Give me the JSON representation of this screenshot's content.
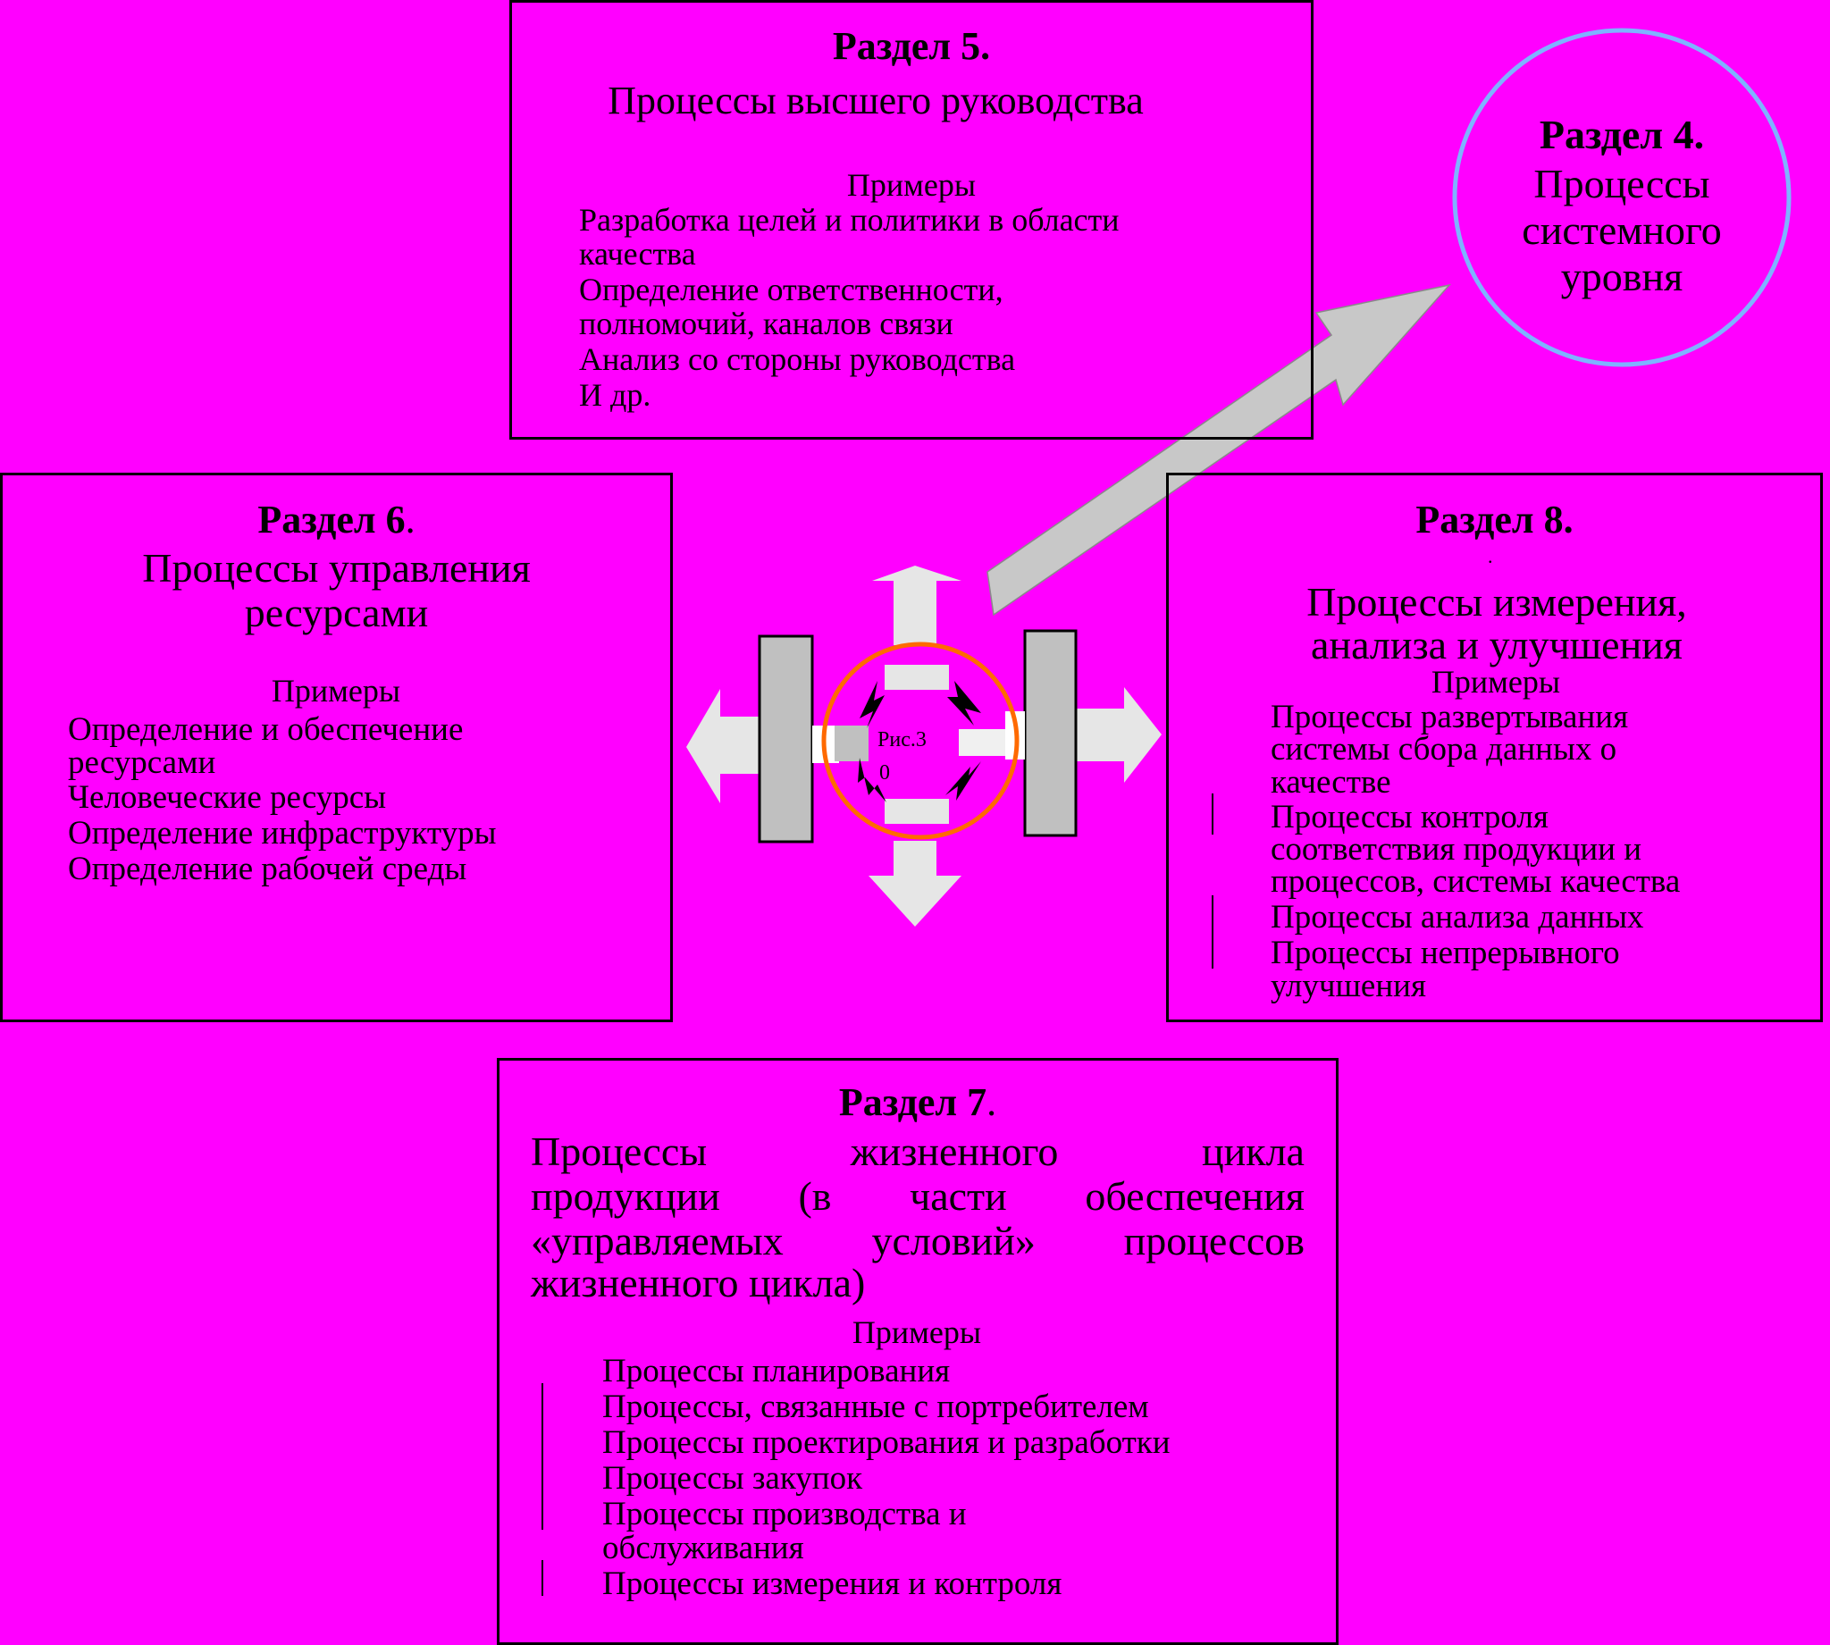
{
  "colors": {
    "background": "#ff00ff",
    "border": "#000000",
    "arrow_fill": "#c8c8c8",
    "circle_orange": "#ff6a00",
    "circle_blue": "#6aa6ff"
  },
  "section5": {
    "heading": "Раздел 5.",
    "subtitle": "Процессы высшего руководства",
    "examples_label": "Примеры",
    "items": [
      "Разработка целей и политики в области",
      "качества",
      "Определение ответственности,",
      "полномочий, каналов связи",
      "Анализ со стороны руководства",
      "И др."
    ]
  },
  "section4": {
    "heading": "Раздел 4.",
    "subtitle": [
      "Процессы",
      "системного",
      "уровня"
    ]
  },
  "section6": {
    "heading": "Раздел 6",
    "heading_dot": ".",
    "subtitle": [
      "Процессы управления",
      "ресурсами"
    ],
    "examples_label": "Примеры",
    "items": [
      "Определение и обеспечение",
      "ресурсами",
      "Человеческие ресурсы",
      "Определение инфраструктуры",
      "Определение рабочей среды"
    ]
  },
  "section8": {
    "heading": "Раздел 8.",
    "dot": ".",
    "subtitle": [
      "Процессы измерения,",
      "анализа и улучшения"
    ],
    "examples_label": "Примеры",
    "items": [
      "Процессы развертывания",
      "системы сбора данных о",
      "качестве",
      "Процессы контроля",
      "соответствия продукции и",
      "процессов, системы качества",
      "Процессы анализа данных",
      "Процессы непрерывного",
      "улучшения"
    ]
  },
  "section7": {
    "heading": "Раздел 7",
    "heading_dot": ".",
    "subtitle_lines": [
      [
        "Процессы",
        "жизненного",
        "цикла"
      ],
      [
        "продукции",
        "(в",
        "части",
        "обеспечения"
      ],
      [
        "«управляемых",
        "условий»",
        "процессов"
      ]
    ],
    "subtitle_last": "жизненного цикла)",
    "examples_label": "Примеры",
    "items": [
      "Процессы планирования",
      "Процессы, связанные с портребителем",
      "Процессы проектирования и разработки",
      "Процессы закупок",
      "Процессы производства и",
      "обслуживания",
      "Процессы измерения и контроля"
    ]
  },
  "center": {
    "caption": "Рис.3",
    "caption2": "0"
  }
}
